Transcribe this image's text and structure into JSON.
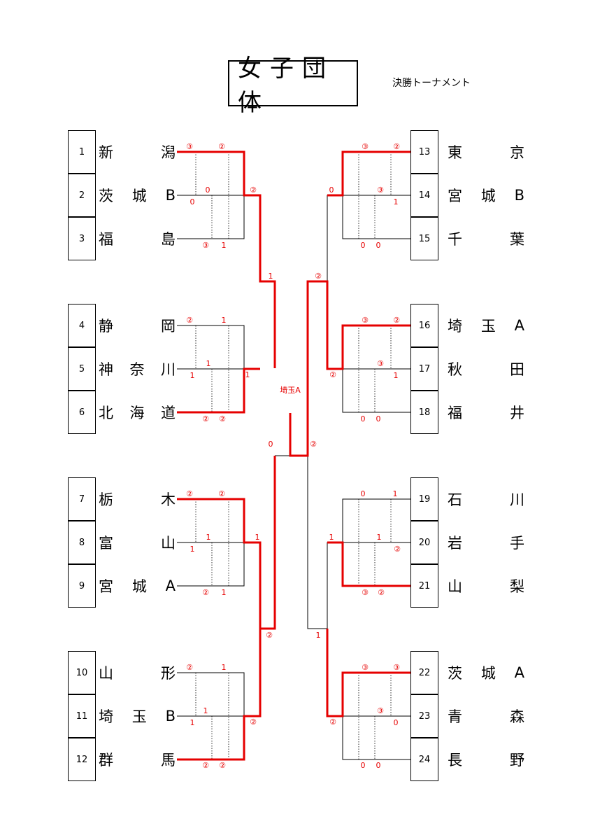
{
  "title": "女子団体",
  "subtitle": "決勝トーナメント",
  "champion_label": "埼玉A",
  "colors": {
    "winner_line": "#e60000",
    "score_text": "#e60000",
    "line": "#000000"
  },
  "teams": [
    {
      "seed": "1",
      "name": [
        "新",
        "潟"
      ]
    },
    {
      "seed": "2",
      "name": [
        "茨",
        "城",
        "B"
      ]
    },
    {
      "seed": "3",
      "name": [
        "福",
        "島"
      ]
    },
    {
      "seed": "4",
      "name": [
        "静",
        "岡"
      ]
    },
    {
      "seed": "5",
      "name": [
        "神",
        "奈",
        "川"
      ]
    },
    {
      "seed": "6",
      "name": [
        "北",
        "海",
        "道"
      ]
    },
    {
      "seed": "7",
      "name": [
        "栃",
        "木"
      ]
    },
    {
      "seed": "8",
      "name": [
        "富",
        "山"
      ]
    },
    {
      "seed": "9",
      "name": [
        "宮",
        "城",
        "A"
      ]
    },
    {
      "seed": "10",
      "name": [
        "山",
        "形"
      ]
    },
    {
      "seed": "11",
      "name": [
        "埼",
        "玉",
        "B"
      ]
    },
    {
      "seed": "12",
      "name": [
        "群",
        "馬"
      ]
    },
    {
      "seed": "13",
      "name": [
        "東",
        "京"
      ]
    },
    {
      "seed": "14",
      "name": [
        "宮",
        "城",
        "B"
      ]
    },
    {
      "seed": "15",
      "name": [
        "千",
        "葉"
      ]
    },
    {
      "seed": "16",
      "name": [
        "埼",
        "玉",
        "A"
      ]
    },
    {
      "seed": "17",
      "name": [
        "秋",
        "田"
      ]
    },
    {
      "seed": "18",
      "name": [
        "福",
        "井"
      ]
    },
    {
      "seed": "19",
      "name": [
        "石",
        "川"
      ]
    },
    {
      "seed": "20",
      "name": [
        "岩",
        "手"
      ]
    },
    {
      "seed": "21",
      "name": [
        "山",
        "梨"
      ]
    },
    {
      "seed": "22",
      "name": [
        "茨",
        "城",
        "A"
      ]
    },
    {
      "seed": "23",
      "name": [
        "青",
        "森"
      ]
    },
    {
      "seed": "24",
      "name": [
        "長",
        "野"
      ]
    }
  ],
  "scores": [
    "③",
    "②",
    "0",
    "0",
    "③",
    "1",
    "②",
    "②",
    "1",
    "1",
    "1",
    "②",
    "②",
    "1",
    "②",
    "②",
    "1",
    "1",
    "②",
    "1",
    "1",
    "②",
    "1",
    "1",
    "1",
    "②",
    "②",
    "②",
    "1",
    "0",
    "②",
    "③",
    "②",
    "0",
    "③",
    "1",
    "0",
    "0",
    "③",
    "②",
    "②",
    "③",
    "1",
    "0",
    "0",
    "0",
    "1",
    "1",
    "1",
    "②",
    "③",
    "②",
    "③",
    "③",
    "②",
    "③",
    "0",
    "0",
    "0",
    "②",
    "②",
    "1"
  ]
}
